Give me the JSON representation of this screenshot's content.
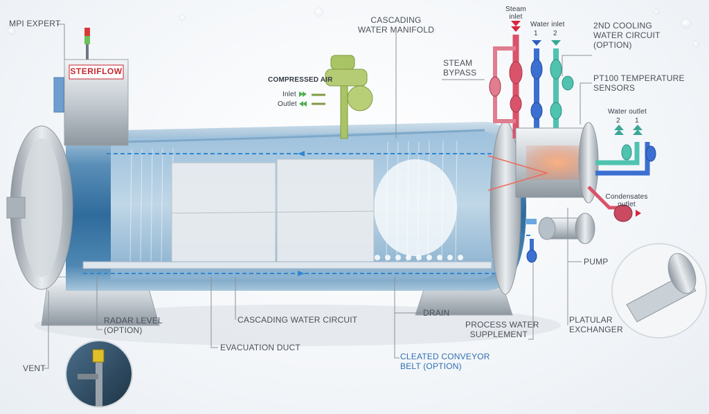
{
  "diagram": {
    "brand": "STERIFLOW",
    "labels": {
      "mpi_expert": "MPI EXPERT",
      "cascading_manifold_1": "CASCADING",
      "cascading_manifold_2": "WATER MANIFOLD",
      "compressed_air": "COMPRESSED AIR",
      "inlet": "Inlet",
      "outlet": "Outlet",
      "steam_inlet_1": "Steam",
      "steam_inlet_2": "inlet",
      "water_inlet": "Water inlet",
      "water_inlet_1": "1",
      "water_inlet_2": "2",
      "cooling_1": "2ND COOLING",
      "cooling_2": "WATER CIRCUIT",
      "cooling_3": "(OPTION)",
      "steam_bypass_1": "STEAM",
      "steam_bypass_2": "BYPASS",
      "pt100_1": "PT100 TEMPERATURE",
      "pt100_2": "SENSORS",
      "water_outlet": "Water outlet",
      "water_outlet_2": "2",
      "water_outlet_1": "1",
      "condensates_1": "Condensates",
      "condensates_2": "outlet",
      "pump": "PUMP",
      "platular_1": "PLATULAR",
      "platular_2": "EXCHANGER",
      "process_water_1": "PROCESS WATER",
      "process_water_2": "SUPPLEMENT",
      "drain": "DRAIN",
      "cleated_1": "CLEATED CONVEYOR",
      "cleated_2": "BELT (OPTION)",
      "cascading_circuit": "CASCADING WATER CIRCUIT",
      "evacuation": "EVACUATION DUCT",
      "radar_1": "RADAR LEVEL",
      "radar_2": "(OPTION)",
      "vent": "VENT"
    },
    "colors": {
      "vessel": "#3f7fb0",
      "steam": "#d9536b",
      "water_blue": "#3b6fd1",
      "water_teal": "#4fc3b0",
      "air_green": "#9db85a",
      "accent_blue": "#2e6fb3"
    }
  }
}
